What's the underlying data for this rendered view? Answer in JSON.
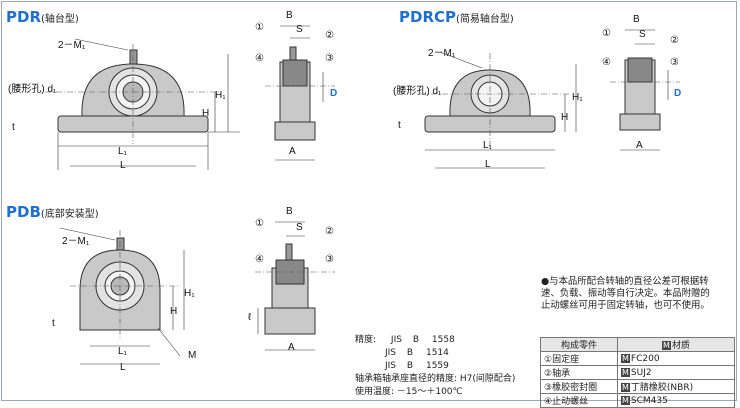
{
  "sections": {
    "pdr": {
      "title": "PDR",
      "subtitle": "(轴台型)"
    },
    "pdrcp": {
      "title": "PDRCP",
      "subtitle": "(简易轴台型)"
    },
    "pdb": {
      "title": "PDB",
      "subtitle": "(底部安装型)"
    }
  },
  "dims": {
    "m1": "2－M₁",
    "d1": "d₁",
    "slot_hole": "(腰形孔)",
    "L": "L",
    "L1": "L₁",
    "H": "H",
    "H1": "H₁",
    "t": "t",
    "A": "A",
    "B": "B",
    "S": "S",
    "D": "D",
    "M": "M",
    "l": "ℓ",
    "c1": "①",
    "c2": "②",
    "c3": "③",
    "c4": "④"
  },
  "specs": {
    "precision_label": "精度:",
    "lines": [
      {
        "std": "JIS",
        "cls": "B",
        "num": "1558"
      },
      {
        "std": "JIS",
        "cls": "B",
        "num": "1514"
      },
      {
        "std": "JIS",
        "cls": "B",
        "num": "1559"
      }
    ],
    "fit": "轴承箱轴承座直径的精度: H7(间隙配合)",
    "temp": "使用温度: －15～＋100℃"
  },
  "note": "●与本品所配合转轴的直径公差可根据转速、负载、振动等自行决定。本品附赠的止动螺丝可用于固定转轴，也可不使用。",
  "parts_table": {
    "header_part": "构成零件",
    "header_mat_mark": "M",
    "header_mat": "材质",
    "rows": [
      {
        "part": "①固定座",
        "mark": "M",
        "mat": "FC200"
      },
      {
        "part": "②轴承",
        "mark": "M",
        "mat": "SUJ2"
      },
      {
        "part": "③橡胶密封圈",
        "mark": "M",
        "mat": "丁腈橡胶(NBR)"
      },
      {
        "part": "④止动螺丝",
        "mark": "M",
        "mat": "SCM435"
      }
    ]
  }
}
